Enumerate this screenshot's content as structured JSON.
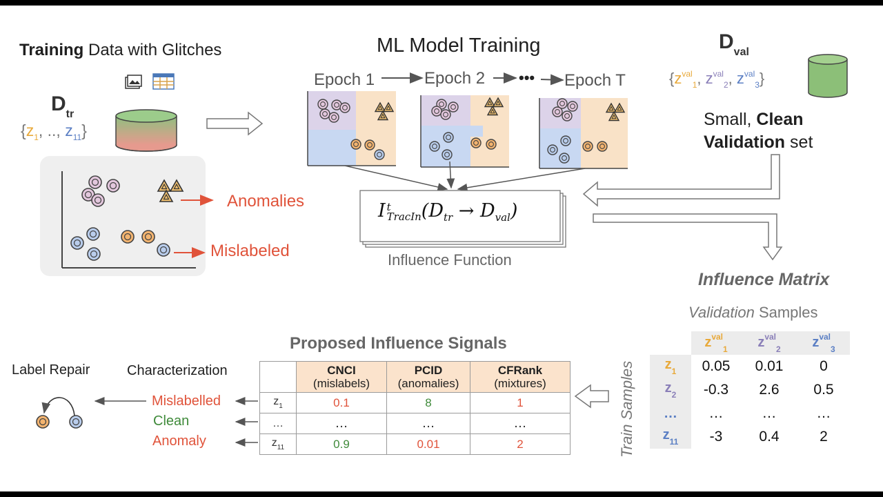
{
  "training": {
    "title_bold": "Training",
    "title_rest": "Data with Glitches",
    "dataset_label": "D",
    "dataset_sub": "tr",
    "set_open": "{",
    "set_z_first": "z",
    "set_first_sub": "1",
    "set_sep": ", .., ",
    "set_z_last": "z",
    "set_last_sub": "11",
    "set_close": "}",
    "anomalies_label": "Anomalies",
    "mislabeled_label": "Mislabeled"
  },
  "model": {
    "title": "ML Model Training",
    "epoch_1": "Epoch 1",
    "epoch_2": "Epoch 2",
    "ellipsis": "•••",
    "epoch_t": "Epoch T"
  },
  "validation": {
    "dataset_label": "D",
    "dataset_sub": "val",
    "set_open": "{",
    "z": "z",
    "sup": "val",
    "sub_1": "1",
    "sub_2": "2",
    "sub_3": "3",
    "comma": ", ",
    "set_close": "}",
    "desc_small": "Small,",
    "desc_clean": "Clean",
    "desc_validation": "Validation",
    "desc_set": "set"
  },
  "influence_function": {
    "formula_I": "I",
    "formula_sup": "t",
    "formula_sub": "TracIn",
    "formula_args": "(D",
    "formula_tr": "tr",
    "formula_arrow": " → D",
    "formula_val": "val",
    "formula_close": ")",
    "label": "Influence Function"
  },
  "influence_matrix": {
    "title": "Influence Matrix",
    "validation_italic": "Validation",
    "validation_rest": "Samples",
    "train_samples": "Train Samples",
    "col_z": "z",
    "col_sup": "val",
    "col_sub_1": "1",
    "col_sub_2": "2",
    "col_sub_3": "3",
    "row_z": "z",
    "row_sub_1": "1",
    "row_sub_2": "2",
    "row_ellipsis": "…",
    "row_sub_11": "11",
    "values": [
      [
        "0.05",
        "0.01",
        "0"
      ],
      [
        "-0.3",
        "2.6",
        "0.5"
      ],
      [
        "…",
        "…",
        "…"
      ],
      [
        "-3",
        "0.4",
        "2"
      ]
    ],
    "colors": {
      "z1": "#e8a93a",
      "z2": "#8a7fb8",
      "z3": "#5b7fc4"
    }
  },
  "signals": {
    "title": "Proposed Influence Signals",
    "col1_name": "CNCI",
    "col1_desc": "(mislabels)",
    "col2_name": "PCID",
    "col2_desc": "(anomalies)",
    "col3_name": "CFRank",
    "col3_desc": "(mixtures)",
    "row1_z": "z",
    "row1_sub": "1",
    "row2_label": "…",
    "row3_z": "z",
    "row3_sub": "11",
    "row1": [
      "0.1",
      "8",
      "1"
    ],
    "row2": [
      "…",
      "…",
      "…"
    ],
    "row3": [
      "0.9",
      "0.01",
      "2"
    ]
  },
  "characterization": {
    "title": "Characterization",
    "mislabelled": "Mislabelled",
    "clean": "Clean",
    "anomaly": "Anomaly",
    "label_repair": "Label Repair"
  },
  "colors": {
    "red": "#e0533a",
    "green": "#3f8a3a",
    "orange": "#e8a93a",
    "purple": "#8a7fb8",
    "blue": "#5b7fc4",
    "header_fill": "#fbe3cc",
    "panel_fill": "#efefef"
  }
}
